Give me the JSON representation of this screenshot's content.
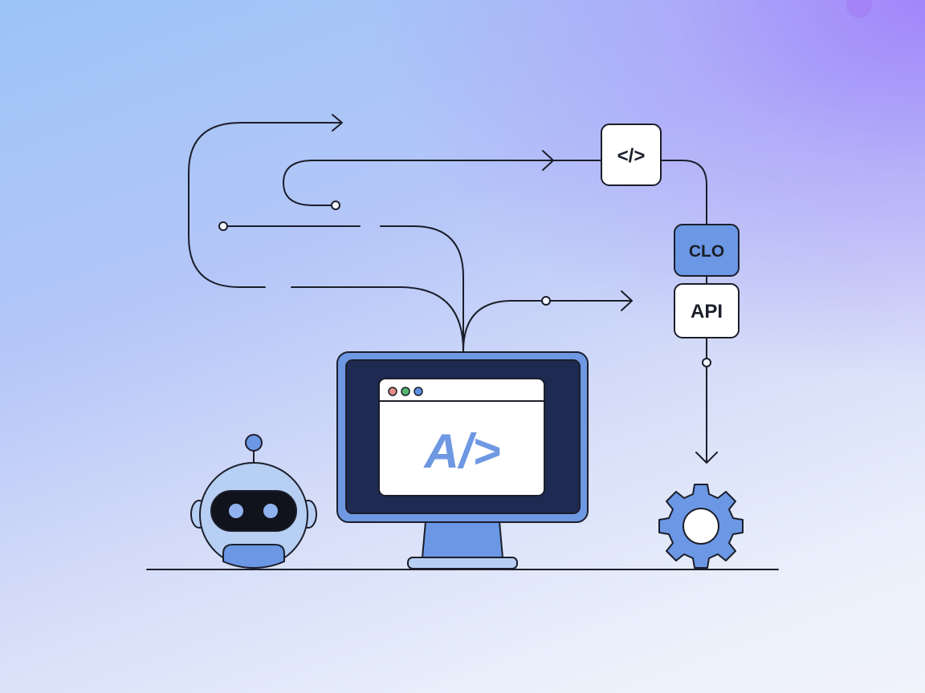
{
  "nodes": {
    "code": {
      "label": "</>"
    },
    "clo": {
      "label": "CLO"
    },
    "api": {
      "label": "API"
    }
  },
  "screen": {
    "logo": "A/>"
  },
  "colors": {
    "line": "#1b1e2a",
    "accent_blue": "#6b97e4",
    "light_blue": "#b8cff4",
    "monitor_dark": "#1e2a52",
    "monitor_frame": "#6f98e3",
    "dot_red": "#e58a86",
    "dot_green": "#54b86b",
    "dot_blue": "#5f8fe0"
  },
  "icons": [
    "robot-icon",
    "monitor-icon",
    "gear-icon",
    "code-icon"
  ]
}
